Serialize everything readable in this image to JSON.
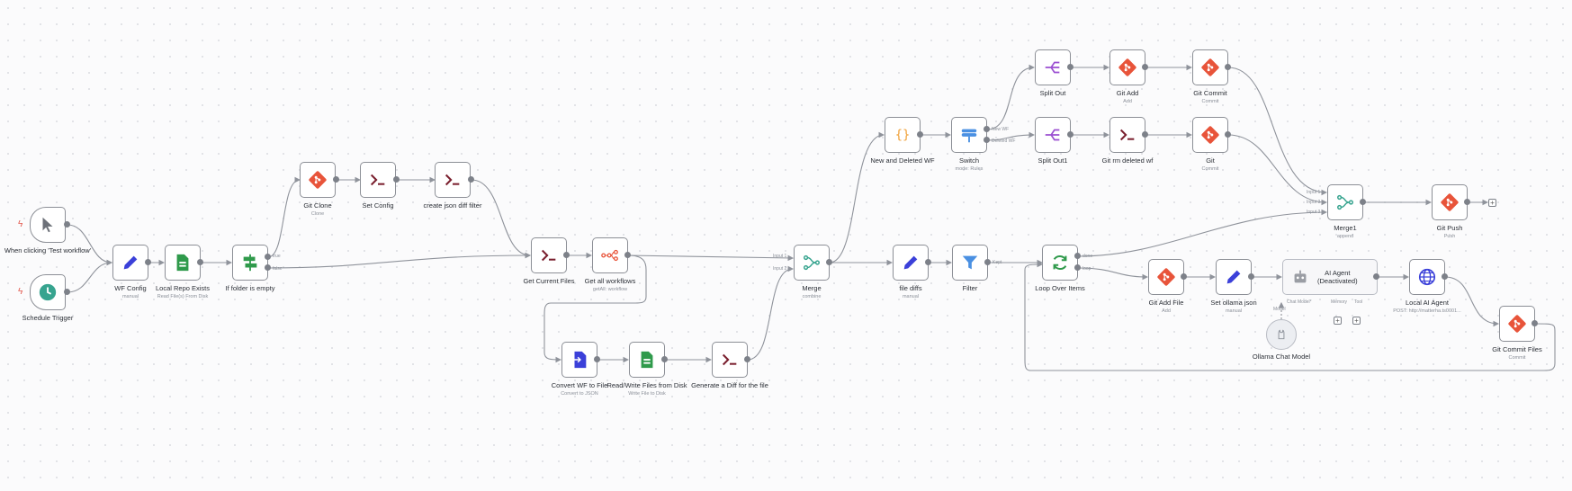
{
  "nodes": {
    "when_clicking": {
      "label": "When clicking 'Test workflow'"
    },
    "schedule": {
      "label": "Schedule Trigger"
    },
    "wf_config": {
      "label": "WF Config",
      "sub": "manual"
    },
    "local_repo": {
      "label": "Local Repo Exists",
      "sub": "Read File(s) From Disk"
    },
    "if_empty": {
      "label": "If folder is empty"
    },
    "git_clone": {
      "label": "Git Clone",
      "sub": "Clone"
    },
    "set_config": {
      "label": "Set Config"
    },
    "create_filter": {
      "label": "create json diff filter"
    },
    "get_current": {
      "label": "Get Current Files"
    },
    "get_all": {
      "label": "Get all workflows",
      "sub": "getAll: workflow"
    },
    "convert_wf": {
      "label": "Convert WF to File",
      "sub": "Convert to JSON"
    },
    "rw_files": {
      "label": "Read/Write Files from Disk",
      "sub": "Write File to Disk"
    },
    "gen_diff": {
      "label": "Generate a Diff for the file"
    },
    "merge": {
      "label": "Merge",
      "sub": "combine"
    },
    "new_deleted": {
      "label": "New and Deleted WF"
    },
    "switch": {
      "label": "Switch",
      "sub": "mode: Rules"
    },
    "split_out": {
      "label": "Split Out"
    },
    "split_out1": {
      "label": "Split Out1"
    },
    "git_add": {
      "label": "Git Add",
      "sub": "Add"
    },
    "git_rm": {
      "label": "Git rm deleted wf"
    },
    "git_commit": {
      "label": "Git Commit",
      "sub": "Commit"
    },
    "git": {
      "label": "Git",
      "sub": "Commit"
    },
    "merge1": {
      "label": "Merge1",
      "sub": "append"
    },
    "git_push": {
      "label": "Git Push",
      "sub": "Push"
    },
    "file_diffs": {
      "label": "file diffs",
      "sub": "manual"
    },
    "filter": {
      "label": "Filter"
    },
    "loop": {
      "label": "Loop Over Items"
    },
    "git_add_file": {
      "label": "Git Add File",
      "sub": "Add"
    },
    "set_ollama": {
      "label": "Set ollama json",
      "sub": "manual"
    },
    "ai_agent": {
      "label": "AI Agent",
      "sub": "(Deactivated)"
    },
    "local_ai": {
      "label": "Local AI Agent",
      "sub": "POST: http://matterha.ts0001..."
    },
    "git_commit_files": {
      "label": "Git Commit Files",
      "sub": "Commit"
    },
    "ollama_model": {
      "label": "Ollama Chat Model"
    }
  },
  "ports": {
    "if_true": "true",
    "if_false": "false",
    "merge_in1": "Input 1",
    "merge_in2": "Input 2",
    "switch_new": "New WF",
    "switch_deleted": "Deleted WF",
    "merge1_in1": "Input 1",
    "merge1_in2": "Input 2",
    "merge1_in3": "Input 3",
    "loop_done": "done",
    "loop_loop": "loop",
    "filter_kept": "Kept",
    "agent_chat": "Chat Model*",
    "agent_memory": "Memory",
    "agent_tool": "Tool",
    "agent_model": "Model"
  },
  "colors": {
    "git": "#e8543a",
    "terminal": "#7a1f2e",
    "pen": "#3b40d9",
    "green": "#2f9a4b",
    "teal": "#37a48f",
    "blue": "#4a90e2",
    "purple": "#9b4fd1",
    "orange": "#f0a23a",
    "edge": "#8f939b",
    "trigger": "#e2574c"
  },
  "icons": {
    "when_clicking": "cursor-icon",
    "schedule": "clock-icon",
    "wf_config": "pen-icon",
    "local_repo": "file-read-icon",
    "if_empty": "sign-icon",
    "git": "git-icon",
    "terminal": "terminal-icon",
    "n8n": "n8n-icon",
    "convert": "convert-icon",
    "merge": "merge-icon",
    "code": "braces-icon",
    "switch": "switch-icon",
    "split": "split-icon",
    "filter": "funnel-icon",
    "loop": "loop-icon",
    "robot": "robot-icon",
    "globe": "globe-icon",
    "ollama": "llama-icon"
  }
}
